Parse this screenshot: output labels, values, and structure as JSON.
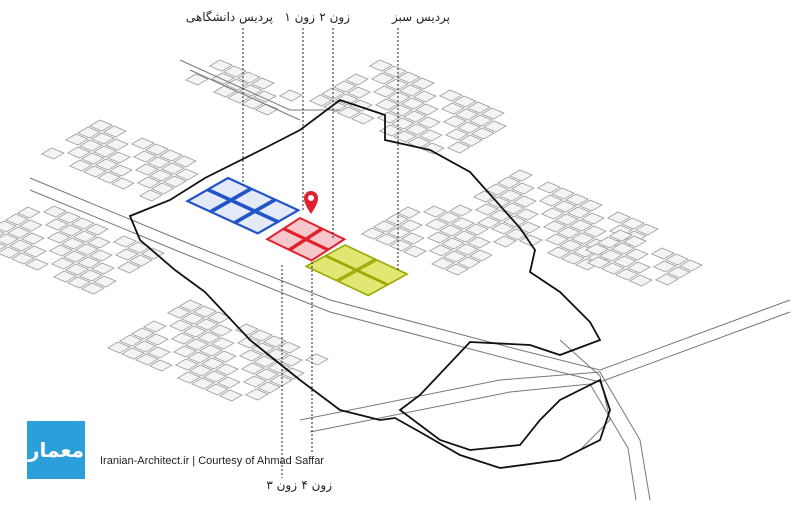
{
  "labels": {
    "campus_university": "پردیس دانشگاهی",
    "zone1": "زون ۱",
    "zone2": "زون ۲",
    "campus_green": "پردیس سبز",
    "zone3": "زون ۳",
    "zone4": "زون ۴"
  },
  "credit": "Iranian-Architect.ir | Courtesy of Ahmad Saffar",
  "logo_text": "معمار",
  "colors": {
    "blue_zone": "#2255c8",
    "red_zone": "#e0222e",
    "green_zone": "#c8d400",
    "pin": "#e0222e",
    "outline": "#111111"
  }
}
